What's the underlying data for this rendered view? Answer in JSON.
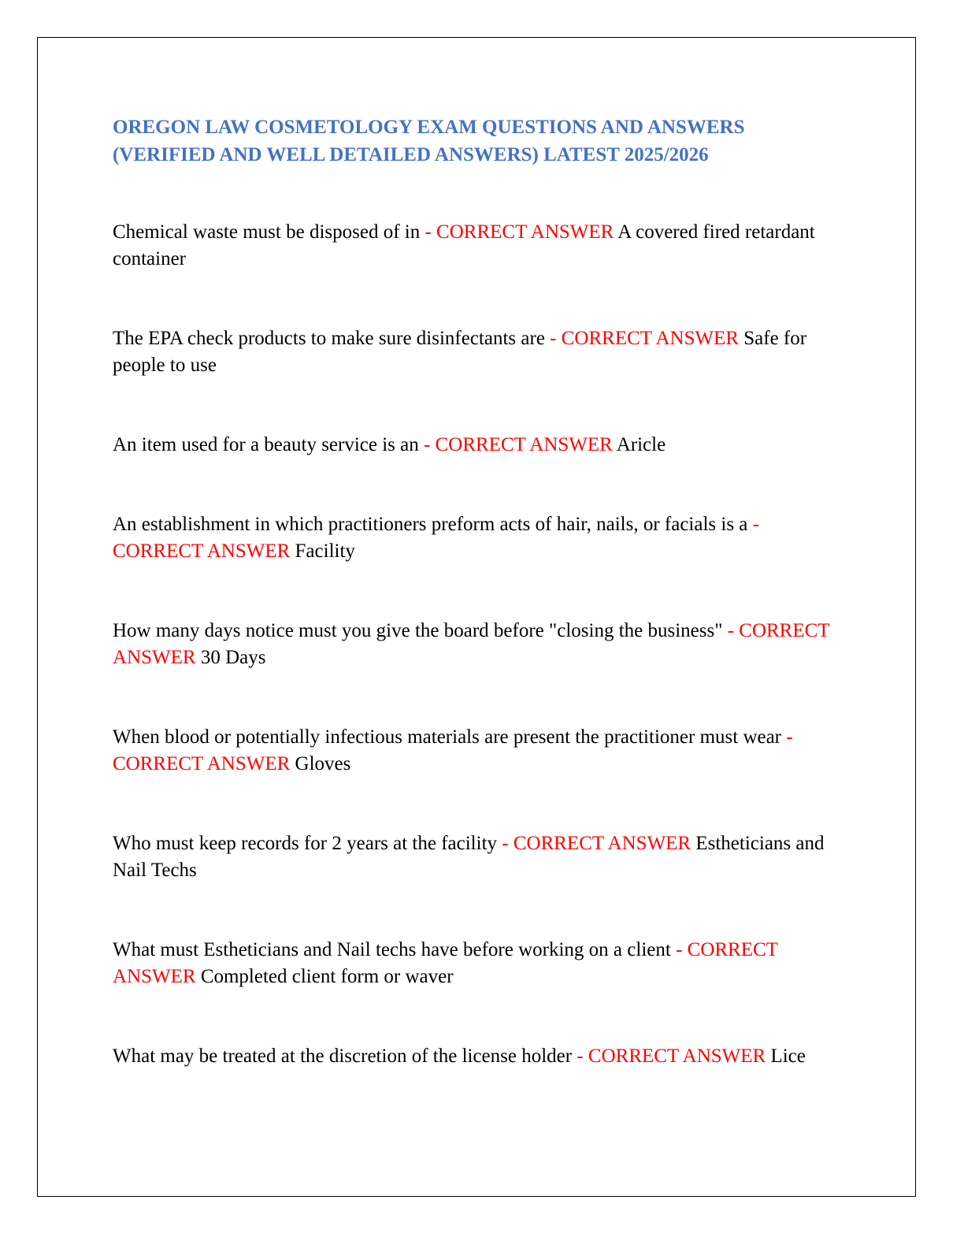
{
  "document": {
    "title": "OREGON LAW COSMETOLOGY EXAM QUESTIONS AND ANSWERS (VERIFIED AND WELL DETAILED ANSWERS) LATEST 2025/2026",
    "answer_marker": "- CORRECT ANSWER",
    "colors": {
      "title": "#4472c4",
      "answer_marker": "#ff0000",
      "body_text": "#000000"
    },
    "qa": [
      {
        "question": "Chemical waste must be disposed of in",
        "answer": "A covered fired retardant container"
      },
      {
        "question": "The EPA check products to make sure disinfectants are",
        "answer": "Safe for people to use"
      },
      {
        "question": "An item used for a beauty service is an",
        "answer": "Aricle"
      },
      {
        "question": "An establishment in which practitioners preform acts of hair, nails, or facials is a",
        "answer": "Facility"
      },
      {
        "question": "How many days notice must you give the board before \"closing the business\"",
        "answer": "30 Days"
      },
      {
        "question": "When blood or potentially infectious materials are present the practitioner must wear",
        "answer": "Gloves"
      },
      {
        "question": "Who must keep records for 2 years at the facility",
        "answer": "Estheticians and Nail Techs"
      },
      {
        "question": "What must Estheticians and Nail techs have before working on a client",
        "answer": "Completed client form or waver"
      },
      {
        "question": "What may be treated at the discretion of the license holder",
        "answer": "Lice"
      }
    ]
  }
}
